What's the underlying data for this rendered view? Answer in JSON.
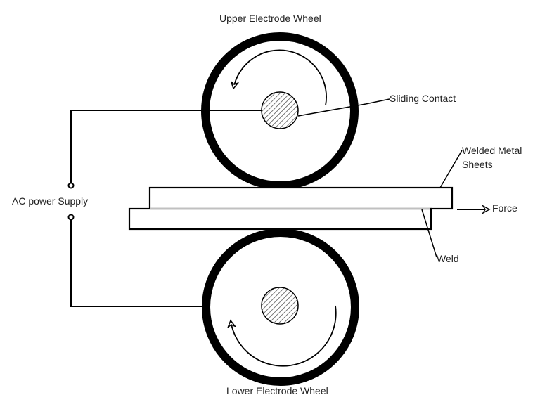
{
  "labels": {
    "upper_wheel": "Upper Electrode Wheel",
    "lower_wheel": "Lower Electrode Wheel",
    "sliding_contact": "Sliding Contact",
    "welded_sheets_line1": "Welded Metal",
    "welded_sheets_line2": "Sheets",
    "force": "Force",
    "weld": "Weld",
    "power_supply": "AC power Supply"
  },
  "colors": {
    "line": "#000000",
    "weld": "#c0c0c0",
    "text": "#222222"
  }
}
